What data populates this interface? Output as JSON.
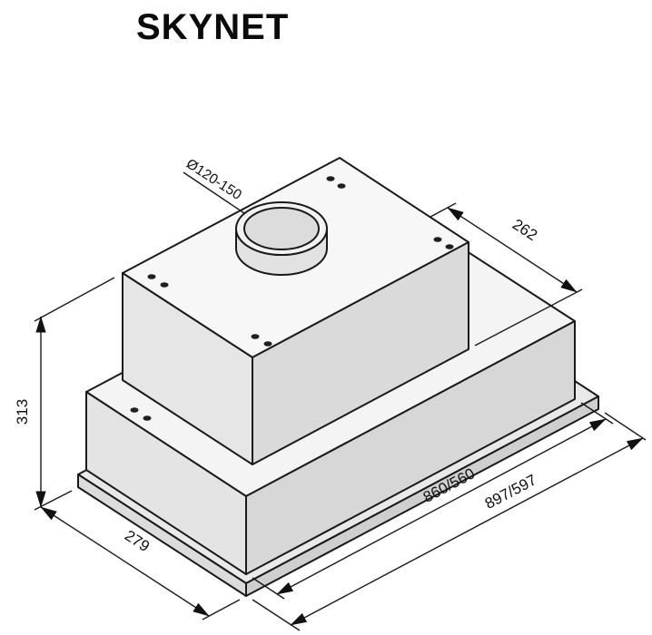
{
  "title": "SKYNET",
  "drawing": {
    "duct_label": "Ø120-150",
    "dim_top_depth": "262",
    "dim_height": "313",
    "dim_bottom_depth": "279",
    "dim_body_length": "860/560",
    "dim_overall_length": "897/597"
  },
  "colors": {
    "line": "#1a1a1a",
    "top_face": "#f6f6f6",
    "left_face": "#e8e8e8",
    "front_face": "#d9d9d9"
  }
}
